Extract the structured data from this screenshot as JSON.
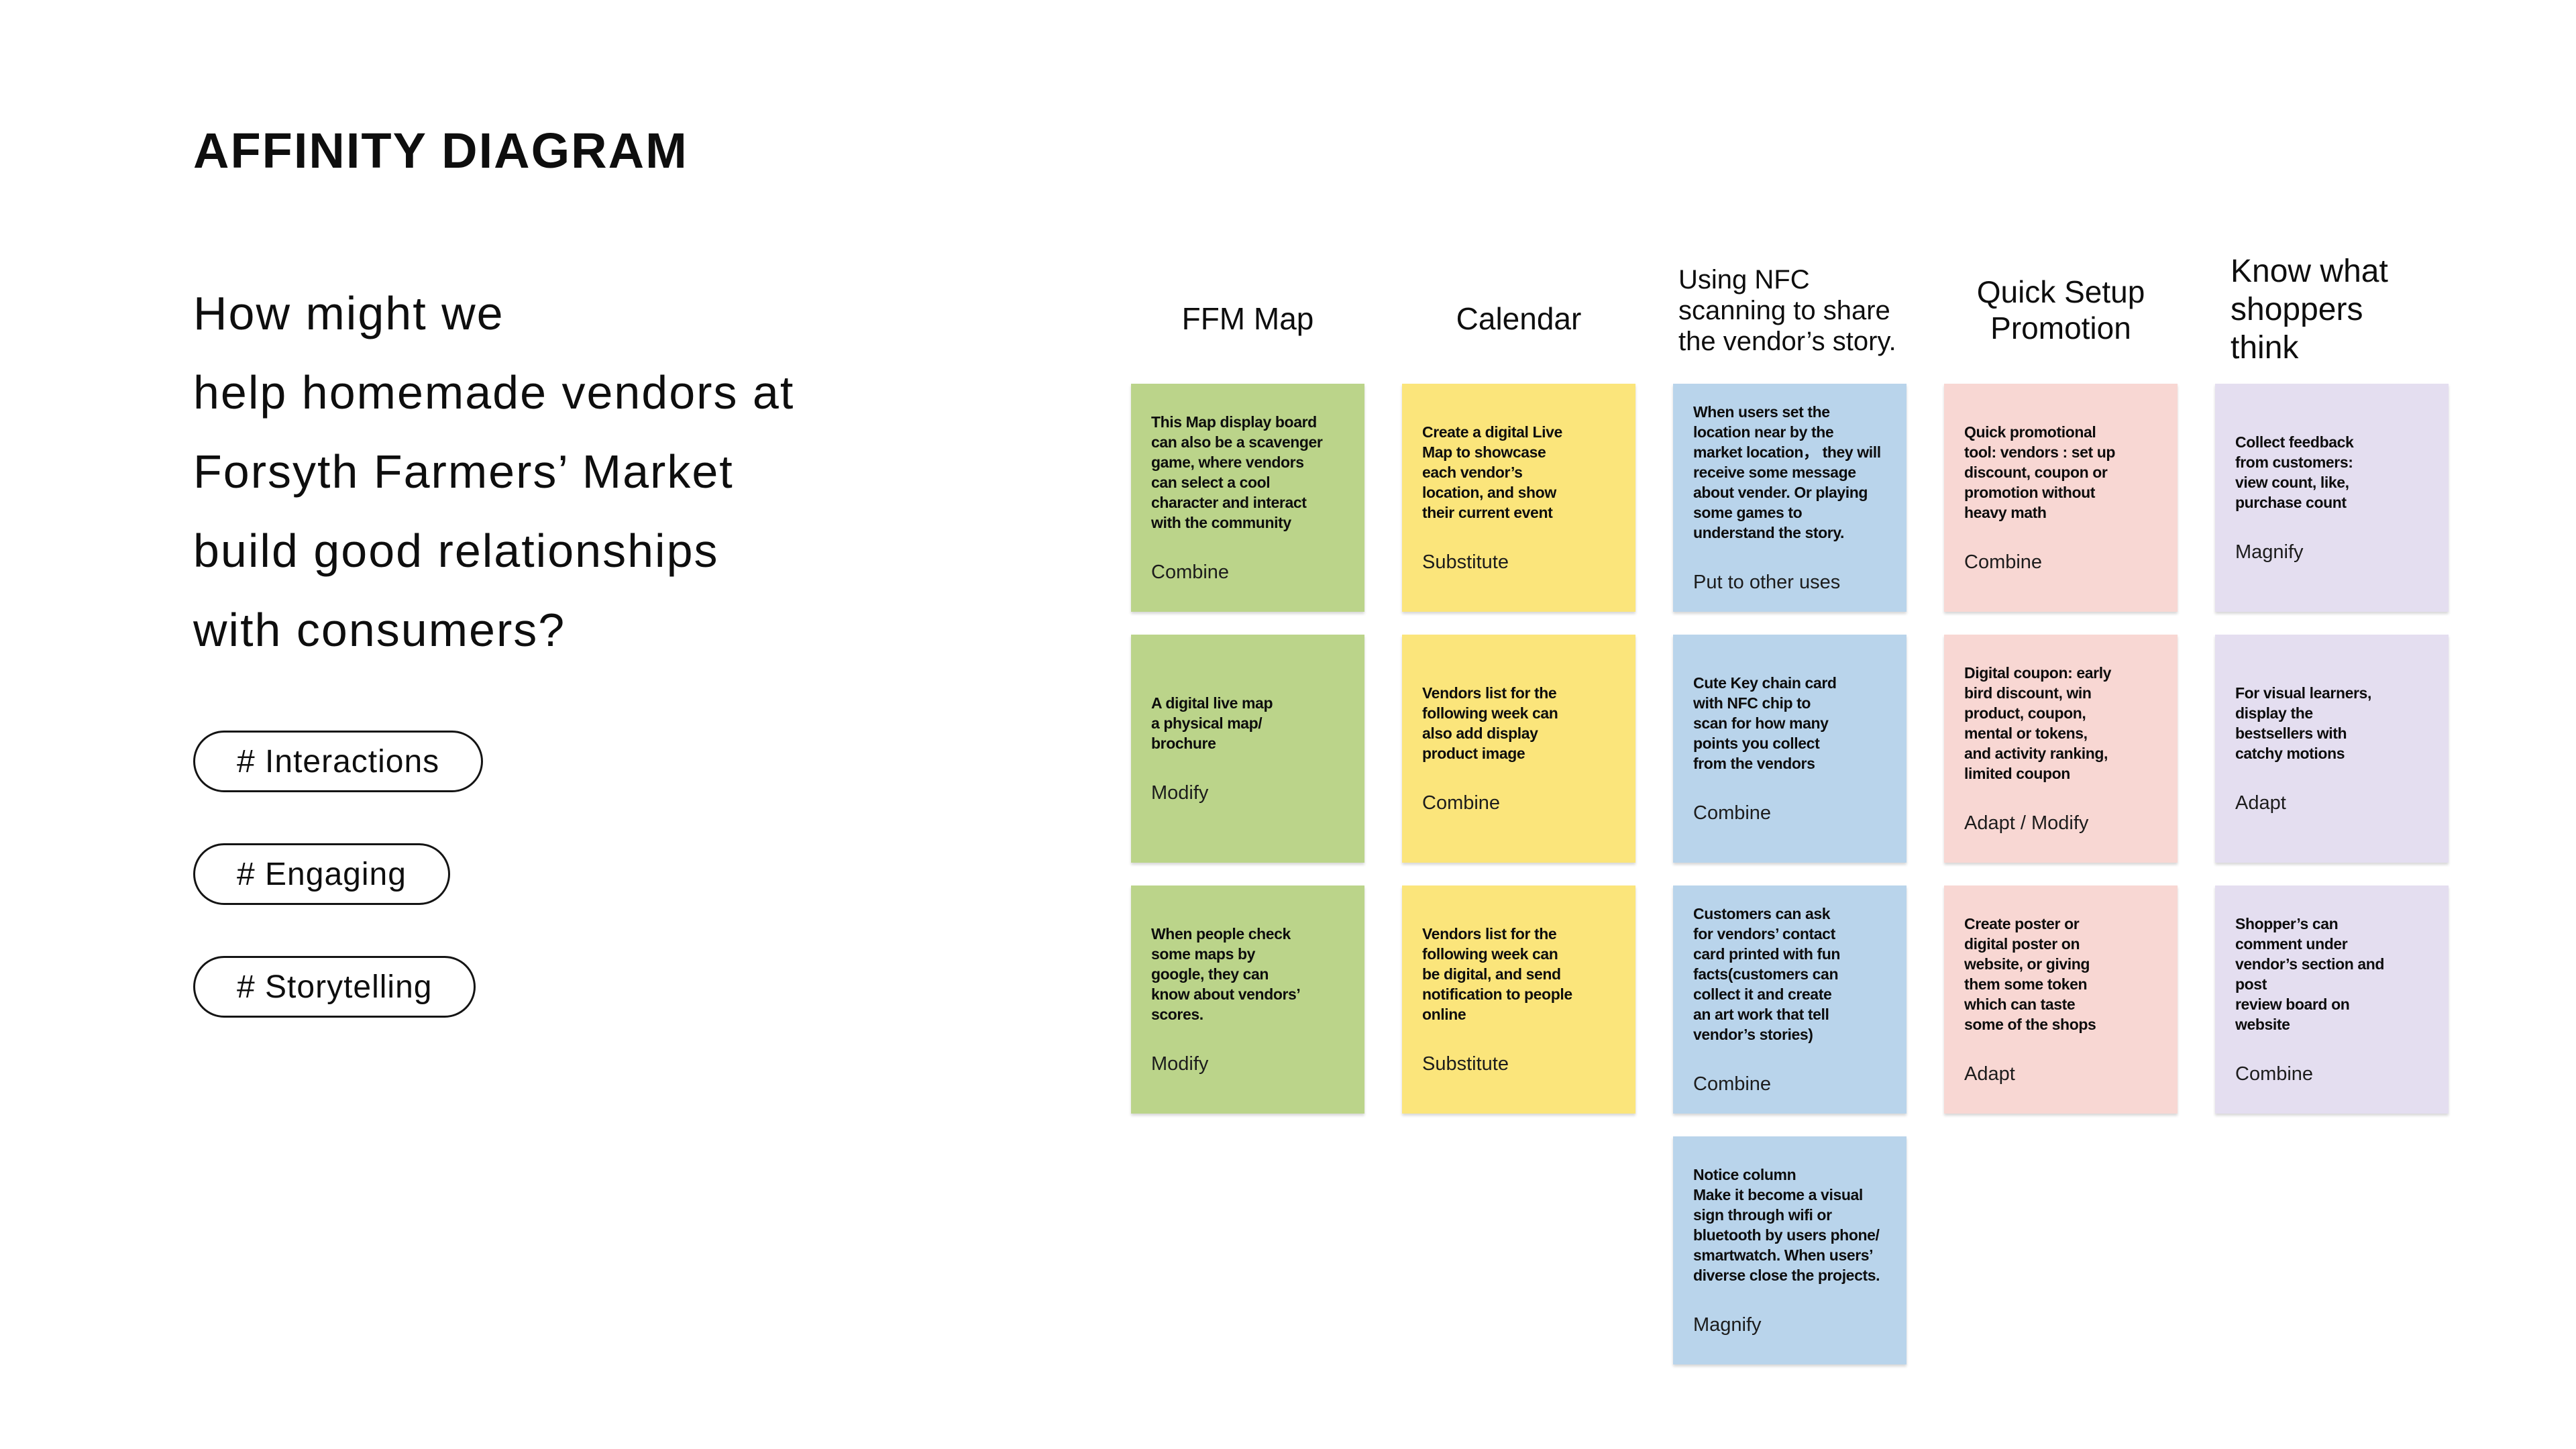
{
  "page": {
    "title": "AFFINITY DIAGRAM"
  },
  "hmw_question": "How might we\nhelp homemade vendors at\nForsyth Farmers’ Market\nbuild good relationships\nwith consumers?",
  "hashtags": [
    {
      "label": "# Interactions"
    },
    {
      "label": "# Engaging"
    },
    {
      "label": "# Storytelling"
    }
  ],
  "colors": {
    "green": "#bbd48a",
    "yellow": "#fbe57b",
    "blue": "#b9d4eb",
    "pink": "#f8d7d3",
    "purple": "#e4def0"
  },
  "columns": [
    {
      "header": "FFM Map",
      "color": "#bbd48a",
      "notes": [
        {
          "body": "This Map display board\ncan also be a scavenger\ngame, where vendors\ncan select a cool\ncharacter and interact\nwith the community",
          "tag": "Combine"
        },
        {
          "body": "A digital live map\na physical map/\nbrochure",
          "tag": "Modify"
        },
        {
          "body": "When people check\nsome maps by\ngoogle, they can\nknow about vendors’\nscores.",
          "tag": "Modify"
        }
      ]
    },
    {
      "header": "Calendar",
      "color": "#fbe57b",
      "notes": [
        {
          "body": "Create a digital Live\nMap to showcase\neach vendor’s\nlocation, and show\ntheir current event",
          "tag": "Substitute"
        },
        {
          "body": "Vendors list for the\nfollowing week can\nalso add display\nproduct image",
          "tag": "Combine"
        },
        {
          "body": "Vendors list for the\nfollowing week can\nbe digital, and send\nnotification to people\nonline",
          "tag": "Substitute"
        }
      ]
    },
    {
      "header": "Using NFC\nscanning to share\nthe vendor’s story.",
      "color": "#b9d4eb",
      "notes": [
        {
          "body": "When users set the\nlocation near by the\nmarket location， they will\nreceive some message\nabout vender. Or playing\nsome games to\nunderstand the story.",
          "tag": "Put to other uses"
        },
        {
          "body": "Cute Key chain card\nwith NFC chip to\nscan for how many\npoints you collect\nfrom the vendors",
          "tag": "Combine"
        },
        {
          "body": "Customers can ask\nfor vendors’ contact\ncard printed with fun\nfacts(customers can\ncollect it and create\nan art work that tell\nvendor’s stories)",
          "tag": "Combine"
        },
        {
          "body": "Notice column\nMake it become a visual\nsign through wifi or\nbluetooth by users phone/\nsmartwatch. When users’\ndiverse close the projects.",
          "tag": "Magnify"
        }
      ]
    },
    {
      "header": "Quick Setup\nPromotion",
      "color": "#f8d7d3",
      "notes": [
        {
          "body": "Quick promotional\ntool: vendors : set up\ndiscount, coupon or\npromotion without\nheavy math",
          "tag": "Combine"
        },
        {
          "body": "Digital coupon: early\nbird discount, win\nproduct, coupon,\nmental or tokens,\nand activity ranking,\nlimited coupon",
          "tag": "Adapt / Modify"
        },
        {
          "body": "Create poster or\ndigital poster on\nwebsite, or giving\nthem some token\nwhich can taste\nsome of the shops",
          "tag": "Adapt"
        }
      ]
    },
    {
      "header": "Know what\nshoppers\nthink",
      "color": "#e4def0",
      "notes": [
        {
          "body": "Collect feedback\nfrom customers:\nview count, like,\npurchase count",
          "tag": "Magnify"
        },
        {
          "body": "For visual learners,\ndisplay the\nbestsellers with\ncatchy motions",
          "tag": "Adapt"
        },
        {
          "body": "Shopper’s can\ncomment under\nvendor’s section and\npost\nreview board on\nwebsite",
          "tag": "Combine"
        }
      ]
    }
  ]
}
